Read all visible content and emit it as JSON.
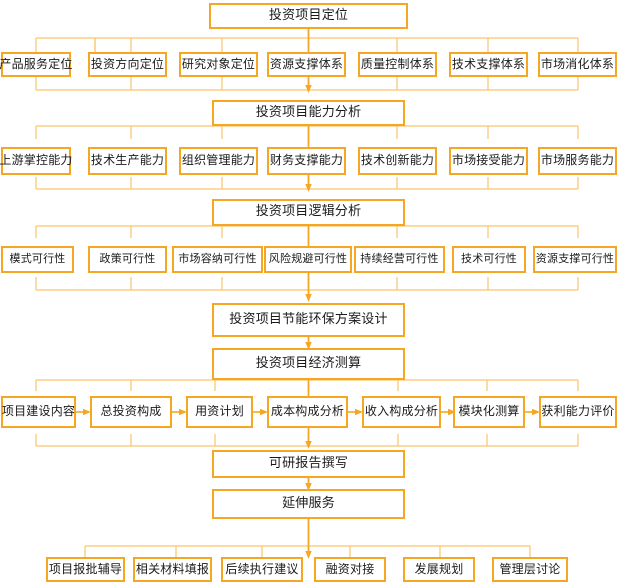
{
  "diagram": {
    "title": "投资项目分析流程图",
    "accent_color": "#F5A623",
    "connector_color": "#F5A623",
    "connector_light": "#FBCE8A",
    "background": "#FFFFFF"
  },
  "stages": {
    "stage1": {
      "label": "投资项目定位"
    },
    "stage2": {
      "label": "投资项目能力分析"
    },
    "stage3": {
      "label": "投资项目逻辑分析"
    },
    "stage4": {
      "label": "投资项目节能环保方案设计"
    },
    "stage5": {
      "label": "投资项目经济测算"
    },
    "stage6": {
      "label": "可研报告撰写"
    },
    "stage7": {
      "label": "延伸服务"
    }
  },
  "row_positioning": {
    "title": "投资项目定位分项",
    "items": [
      {
        "label": "产品服务定位"
      },
      {
        "label": "投资方向定位"
      },
      {
        "label": "研究对象定位"
      },
      {
        "label": "资源支撑体系"
      },
      {
        "label": "质量控制体系"
      },
      {
        "label": "技术支撑体系"
      },
      {
        "label": "市场消化体系"
      }
    ]
  },
  "row_capability": {
    "title": "投资项目能力分析分项",
    "items": [
      {
        "label": "上游掌控能力"
      },
      {
        "label": "技术生产能力"
      },
      {
        "label": "组织管理能力"
      },
      {
        "label": "财务支撑能力"
      },
      {
        "label": "技术创新能力"
      },
      {
        "label": "市场接受能力"
      },
      {
        "label": "市场服务能力"
      }
    ]
  },
  "row_feasibility": {
    "title": "投资项目逻辑分析分项",
    "items": [
      {
        "label": "模式可行性"
      },
      {
        "label": "政策可行性"
      },
      {
        "label": "市场容纳可行性"
      },
      {
        "label": "风险规避可行性"
      },
      {
        "label": "持续经营可行性"
      },
      {
        "label": "技术可行性"
      },
      {
        "label": "资源支撑可行性"
      }
    ]
  },
  "row_economics": {
    "title": "投资项目经济测算分项",
    "items": [
      {
        "label": "项目建设内容"
      },
      {
        "label": "总投资构成"
      },
      {
        "label": "用资计划"
      },
      {
        "label": "成本构成分析"
      },
      {
        "label": "收入构成分析"
      },
      {
        "label": "模块化测算"
      },
      {
        "label": "获利能力评价"
      }
    ]
  },
  "row_extended_service": {
    "title": "延伸服务分项",
    "items": [
      {
        "label": "项目报批辅导"
      },
      {
        "label": "相关材料填报"
      },
      {
        "label": "后续执行建议"
      },
      {
        "label": "融资对接"
      },
      {
        "label": "发展规划"
      },
      {
        "label": "管理层讨论"
      }
    ]
  }
}
